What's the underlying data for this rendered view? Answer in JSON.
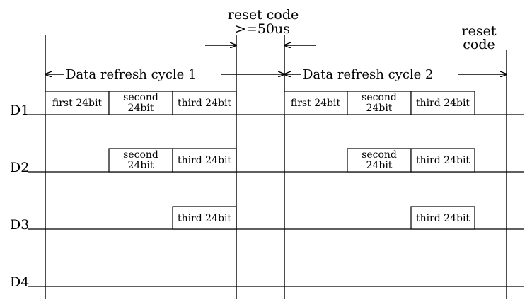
{
  "reset_code_center": [
    "reset code",
    ">=50us"
  ],
  "reset_code_right": [
    "reset",
    "code"
  ],
  "cycle_1_label": "Data refresh cycle 1",
  "cycle_2_label": "Data refresh cycle 2",
  "channels": [
    "D1",
    "D2",
    "D3",
    "D4"
  ],
  "segments": {
    "first": [
      "first 24bit"
    ],
    "second": [
      "second",
      "24bit"
    ],
    "third": [
      "third 24bit"
    ]
  }
}
